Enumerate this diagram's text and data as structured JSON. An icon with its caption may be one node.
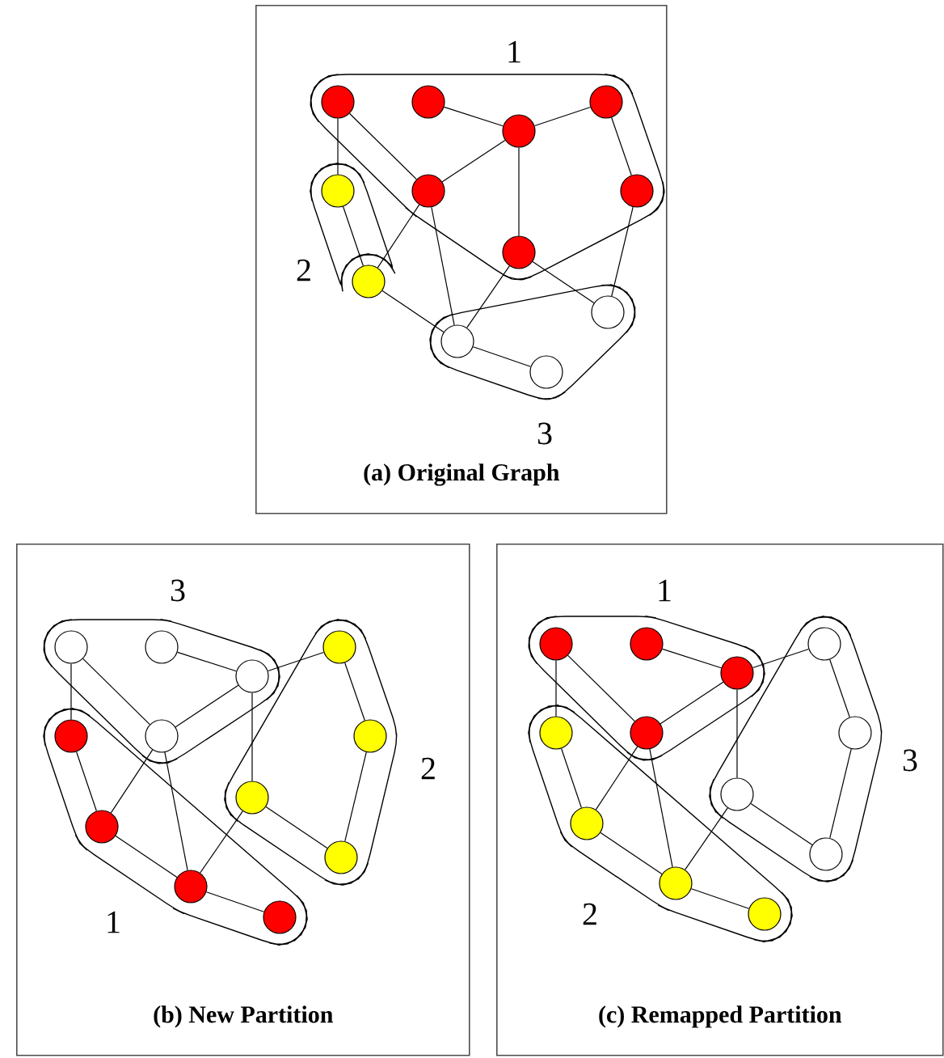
{
  "diagram": {
    "nodes": [
      {
        "text": [
          "(a) Original Graph"
        ]
      },
      {
        "text": [
          "1"
        ],
        "in": 0
      },
      {
        "text": [],
        "shape": "circle",
        "in": 1
      },
      {
        "text": [],
        "shape": "circle",
        "in": 1
      },
      {
        "text": [],
        "shape": "circle",
        "in": 1
      },
      {
        "text": [],
        "shape": "circle",
        "in": 1
      },
      {
        "text": [],
        "shape": "circle",
        "in": 1
      },
      {
        "text": [],
        "shape": "circle",
        "in": 1
      },
      {
        "text": [],
        "shape": "circle",
        "in": 1
      },
      {
        "text": [
          "2"
        ],
        "in": 0
      },
      {
        "text": [],
        "shape": "circle",
        "in": 9
      },
      {
        "text": [],
        "shape": "circle",
        "in": 9
      },
      {
        "text": [
          "3"
        ],
        "in": 0
      },
      {
        "text": [],
        "shape": "circle",
        "in": 12
      },
      {
        "text": [],
        "shape": "circle",
        "in": 12
      },
      {
        "text": [],
        "shape": "circle",
        "in": 12
      },
      {
        "text": [
          "(b) New Partition"
        ]
      },
      {
        "text": [
          "3"
        ],
        "in": 16
      },
      {
        "text": [],
        "shape": "circle",
        "in": 17
      },
      {
        "text": [],
        "shape": "circle",
        "in": 17
      },
      {
        "text": [],
        "shape": "circle",
        "in": 17
      },
      {
        "text": [],
        "shape": "circle",
        "in": 17
      },
      {
        "text": [
          "2"
        ],
        "in": 16
      },
      {
        "text": [],
        "shape": "circle",
        "in": 22
      },
      {
        "text": [],
        "shape": "circle",
        "in": 22
      },
      {
        "text": [],
        "shape": "circle",
        "in": 22
      },
      {
        "text": [],
        "shape": "circle",
        "in": 22
      },
      {
        "text": [
          "1"
        ],
        "in": 16
      },
      {
        "text": [],
        "shape": "circle",
        "in": 27
      },
      {
        "text": [],
        "shape": "circle",
        "in": 27
      },
      {
        "text": [],
        "shape": "circle",
        "in": 27
      },
      {
        "text": [],
        "shape": "circle",
        "in": 27
      },
      {
        "text": [
          "(c) Remapped Partition"
        ]
      },
      {
        "text": [
          "1"
        ],
        "in": 32
      },
      {
        "text": [],
        "shape": "circle",
        "in": 33
      },
      {
        "text": [],
        "shape": "circle",
        "in": 33
      },
      {
        "text": [],
        "shape": "circle",
        "in": 33
      },
      {
        "text": [],
        "shape": "circle",
        "in": 33
      },
      {
        "text": [
          "3"
        ],
        "in": 32
      },
      {
        "text": [],
        "shape": "circle",
        "in": 38
      },
      {
        "text": [],
        "shape": "circle",
        "in": 38
      },
      {
        "text": [],
        "shape": "circle",
        "in": 38
      },
      {
        "text": [],
        "shape": "circle",
        "in": 38
      },
      {
        "text": [
          "2"
        ],
        "in": 32
      },
      {
        "text": [],
        "shape": "circle",
        "in": 43
      },
      {
        "text": [],
        "shape": "circle",
        "in": 43
      },
      {
        "text": [],
        "shape": "circle",
        "in": 43
      },
      {
        "text": [],
        "shape": "circle",
        "in": 43
      }
    ],
    "edges": [
      {
        "from": 2,
        "to": 10,
        "arrow": "none"
      },
      {
        "from": 2,
        "to": 6,
        "arrow": "none"
      },
      {
        "from": 3,
        "to": 4,
        "arrow": "none"
      },
      {
        "from": 4,
        "to": 5,
        "arrow": "none"
      },
      {
        "from": 4,
        "to": 6,
        "arrow": "none"
      },
      {
        "from": 4,
        "to": 8,
        "arrow": "none"
      },
      {
        "from": 5,
        "to": 7,
        "arrow": "none"
      },
      {
        "from": 6,
        "to": 11,
        "arrow": "none"
      },
      {
        "from": 6,
        "to": 13,
        "arrow": "none"
      },
      {
        "from": 10,
        "to": 11,
        "arrow": "none"
      },
      {
        "from": 11,
        "to": 13,
        "arrow": "none"
      },
      {
        "from": 8,
        "to": 13,
        "arrow": "none"
      },
      {
        "from": 8,
        "to": 15,
        "arrow": "none"
      },
      {
        "from": 7,
        "to": 15,
        "arrow": "none"
      },
      {
        "from": 13,
        "to": 14,
        "arrow": "none"
      },
      {
        "from": 18,
        "to": 28,
        "arrow": "none"
      },
      {
        "from": 18,
        "to": 21,
        "arrow": "none"
      },
      {
        "from": 19,
        "to": 20,
        "arrow": "none"
      },
      {
        "from": 20,
        "to": 23,
        "arrow": "none"
      },
      {
        "from": 20,
        "to": 21,
        "arrow": "none"
      },
      {
        "from": 20,
        "to": 25,
        "arrow": "none"
      },
      {
        "from": 23,
        "to": 24,
        "arrow": "none"
      },
      {
        "from": 21,
        "to": 29,
        "arrow": "none"
      },
      {
        "from": 21,
        "to": 30,
        "arrow": "none"
      },
      {
        "from": 28,
        "to": 29,
        "arrow": "none"
      },
      {
        "from": 29,
        "to": 30,
        "arrow": "none"
      },
      {
        "from": 25,
        "to": 30,
        "arrow": "none"
      },
      {
        "from": 25,
        "to": 26,
        "arrow": "none"
      },
      {
        "from": 24,
        "to": 26,
        "arrow": "none"
      },
      {
        "from": 30,
        "to": 31,
        "arrow": "none"
      },
      {
        "from": 34,
        "to": 44,
        "arrow": "none"
      },
      {
        "from": 34,
        "to": 37,
        "arrow": "none"
      },
      {
        "from": 35,
        "to": 36,
        "arrow": "none"
      },
      {
        "from": 36,
        "to": 39,
        "arrow": "none"
      },
      {
        "from": 36,
        "to": 37,
        "arrow": "none"
      },
      {
        "from": 36,
        "to": 41,
        "arrow": "none"
      },
      {
        "from": 39,
        "to": 40,
        "arrow": "none"
      },
      {
        "from": 37,
        "to": 45,
        "arrow": "none"
      },
      {
        "from": 37,
        "to": 46,
        "arrow": "none"
      },
      {
        "from": 44,
        "to": 45,
        "arrow": "none"
      },
      {
        "from": 45,
        "to": 46,
        "arrow": "none"
      },
      {
        "from": 41,
        "to": 46,
        "arrow": "none"
      },
      {
        "from": 41,
        "to": 42,
        "arrow": "none"
      },
      {
        "from": 40,
        "to": 42,
        "arrow": "none"
      },
      {
        "from": 46,
        "to": 47,
        "arrow": "none"
      }
    ]
  }
}
